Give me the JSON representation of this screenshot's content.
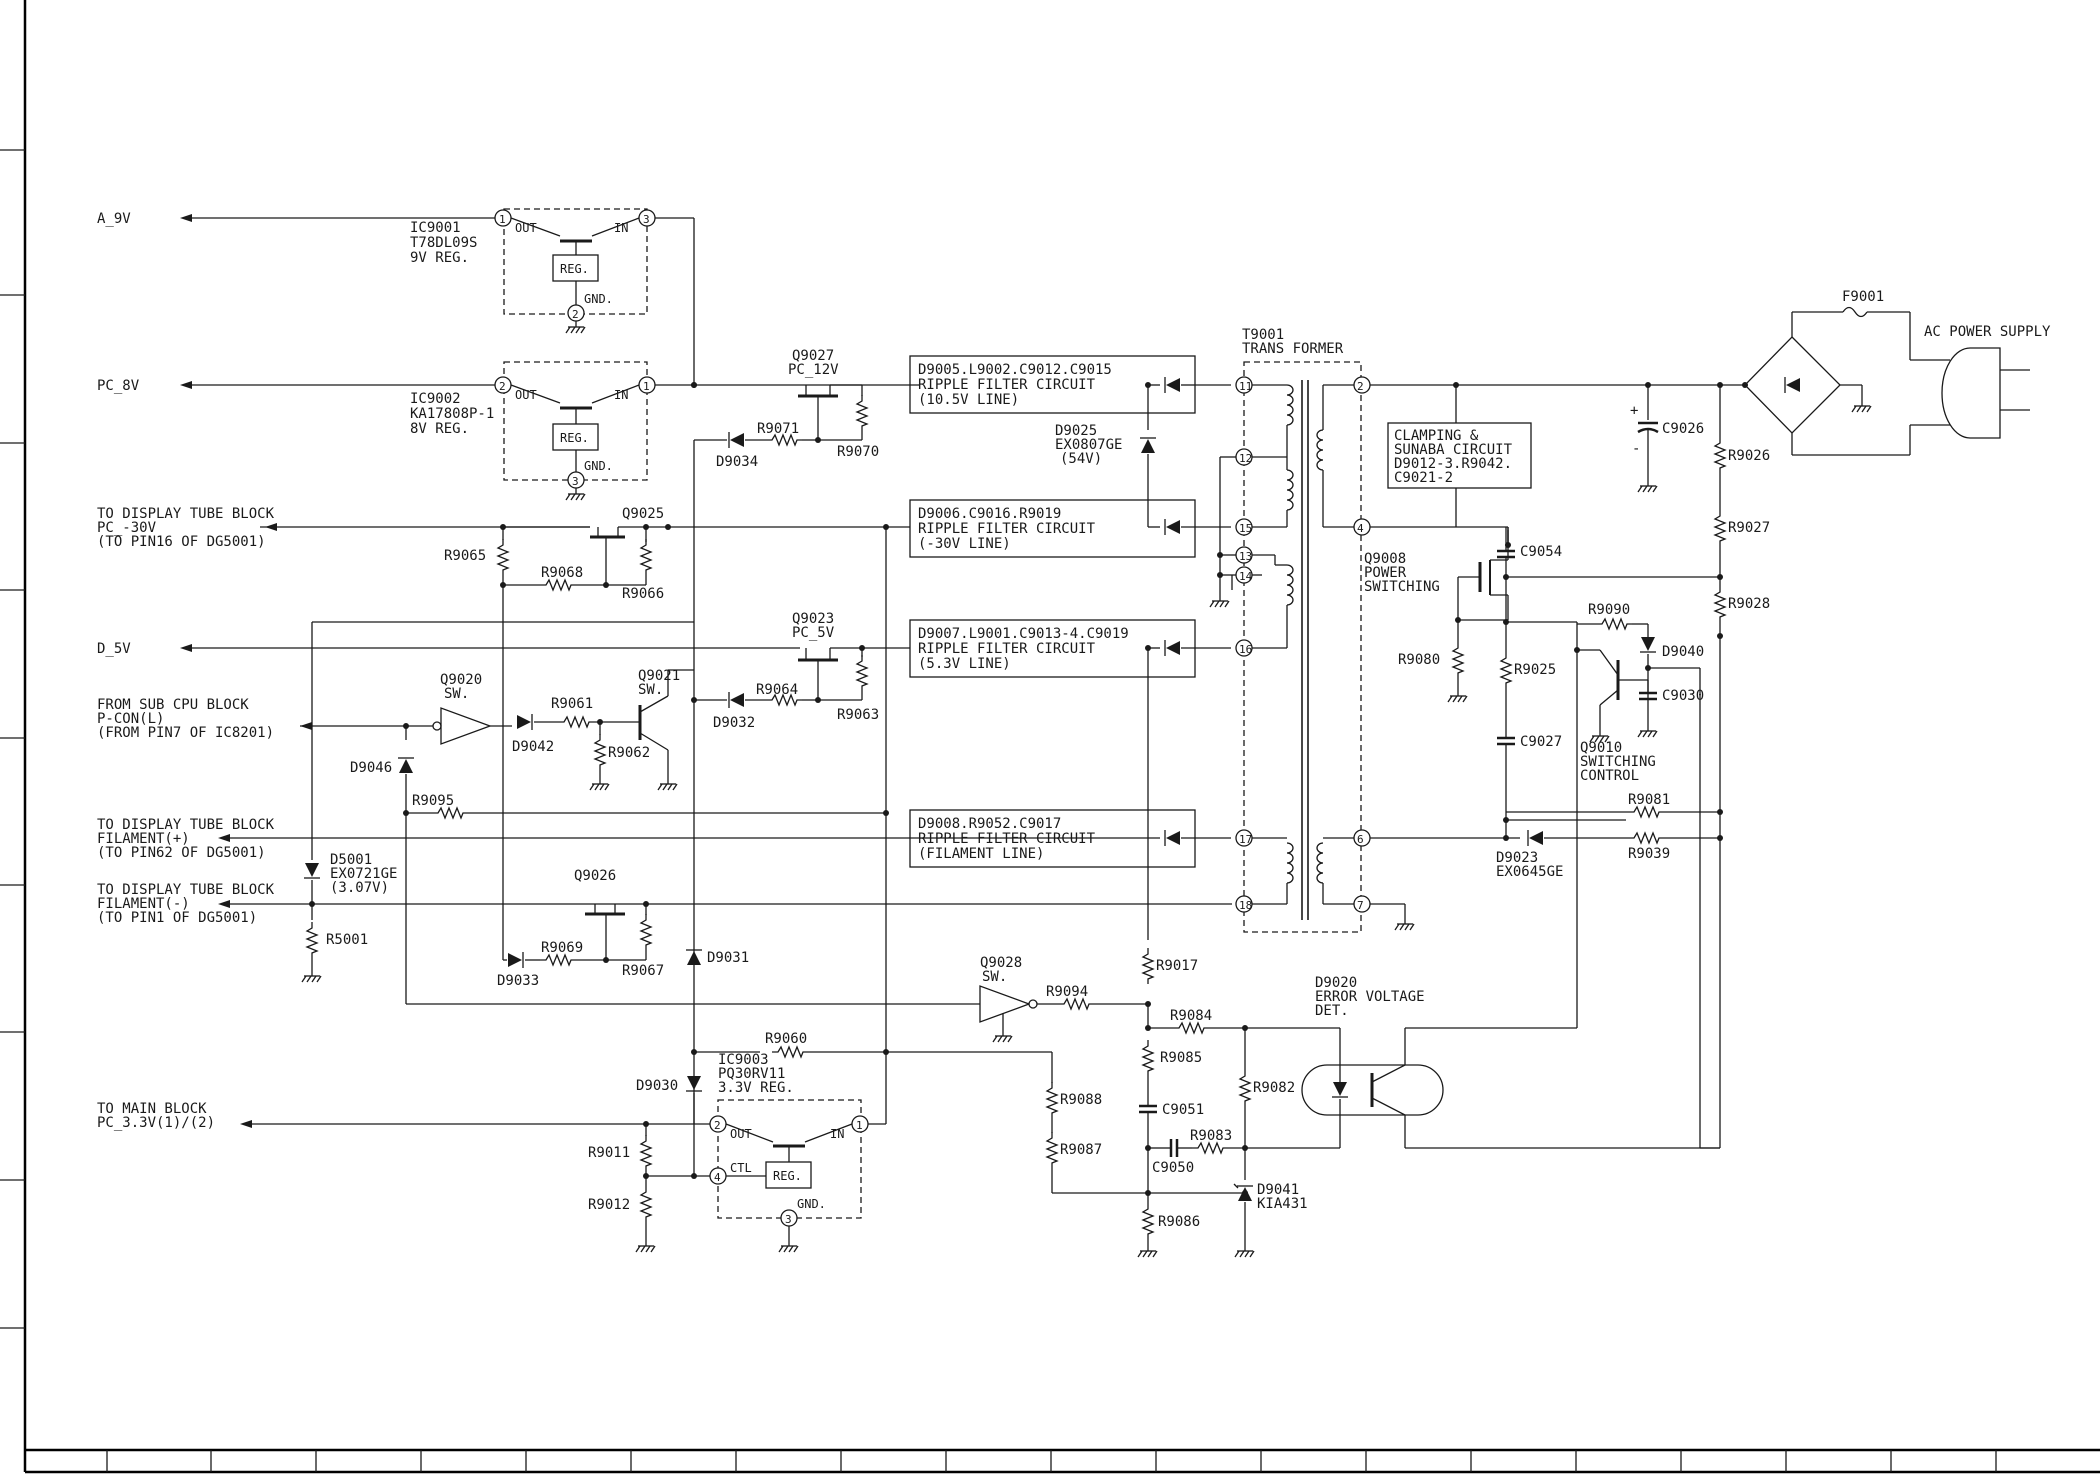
{
  "connectors": {
    "a9v": "A_9V",
    "pc8v": "PC_8V",
    "dt1": "TO DISPLAY TUBE BLOCK",
    "pc30": "PC_-30V",
    "pin16": "(TO PIN16 OF DG5001)",
    "d5v": "D_5V",
    "fromsub": "FROM SUB CPU BLOCK",
    "pcon": "P-CON(L)",
    "pin7": "(FROM PIN7 OF IC8201)",
    "dt2": "TO DISPLAY TUBE BLOCK",
    "filp": "FILAMENT(+)",
    "pin62": "(TO PIN62 OF DG5001)",
    "dt3": "TO DISPLAY TUBE BLOCK",
    "film": "FILAMENT(-)",
    "pin1": "(TO PIN1 OF DG5001)",
    "tomain": "TO MAIN BLOCK",
    "pc33": "PC_3.3V(1)/(2)",
    "acps": "AC POWER SUPPLY"
  },
  "regulators": {
    "ic9001": {
      "ref": "IC9001",
      "part": "T78DL09S",
      "desc": "9V REG.",
      "out": "OUT",
      "in": "IN",
      "reg": "REG.",
      "gnd": "GND.",
      "pin_out": "1",
      "pin_in": "3",
      "pin_gnd": "2"
    },
    "ic9002": {
      "ref": "IC9002",
      "part": "KA17808P-1",
      "desc": "8V REG.",
      "out": "OUT",
      "in": "IN",
      "reg": "REG.",
      "gnd": "GND.",
      "pin_out": "2",
      "pin_in": "1",
      "pin_gnd": "3"
    },
    "ic9003": {
      "ref": "IC9003",
      "part": "PQ30RV11",
      "desc": "3.3V REG.",
      "out": "OUT",
      "in": "IN",
      "ctl": "CTL",
      "reg": "REG.",
      "gnd": "GND.",
      "pin_out": "2",
      "pin_in": "1",
      "pin_ctl": "4",
      "pin_gnd": "3"
    }
  },
  "ripple_boxes": [
    {
      "line1": "D9005.L9002.C9012.C9015",
      "line2": "RIPPLE FILTER CIRCUIT",
      "line3": "(10.5V LINE)"
    },
    {
      "line1": "D9006.C9016.R9019",
      "line2": "RIPPLE FILTER CIRCUIT",
      "line3": "(-30V LINE)"
    },
    {
      "line1": "D9007.L9001.C9013-4.C9019",
      "line2": "RIPPLE FILTER CIRCUIT",
      "line3": "(5.3V LINE)"
    },
    {
      "line1": "D9008.R9052.C9017",
      "line2": "RIPPLE FILTER CIRCUIT",
      "line3": "(FILAMENT LINE)"
    }
  ],
  "clamp_box": {
    "line1": "CLAMPING &",
    "line2": "SUNABA CIRCUIT",
    "line3": "D9012-3.R9042.",
    "line4": "C9021-2"
  },
  "transformer": {
    "ref": "T9001",
    "desc": "TRANS FORMER",
    "pins": [
      "11",
      "12",
      "15",
      "13",
      "14",
      "16",
      "17",
      "18",
      "2",
      "4",
      "6",
      "7"
    ]
  },
  "transistors": {
    "q9027": {
      "ref": "Q9027",
      "desc": "PC_12V"
    },
    "q9025": {
      "ref": "Q9025"
    },
    "q9023": {
      "ref": "Q9023",
      "desc": "PC_5V"
    },
    "q9020": {
      "ref": "Q9020",
      "desc": "SW."
    },
    "q9021": {
      "ref": "Q9021",
      "desc": "SW."
    },
    "q9026": {
      "ref": "Q9026"
    },
    "q9028": {
      "ref": "Q9028",
      "desc": "SW."
    },
    "q9008": {
      "ref": "Q9008",
      "desc1": "POWER",
      "desc2": "SWITCHING"
    },
    "q9010": {
      "ref": "Q9010",
      "desc1": "SWITCHING",
      "desc2": "CONTROL"
    }
  },
  "resistors": {
    "r9071": "R9071",
    "r9070": "R9070",
    "r9065": "R9065",
    "r9068": "R9068",
    "r9066": "R9066",
    "r9064": "R9064",
    "r9063": "R9063",
    "r9061": "R9061",
    "r9062": "R9062",
    "r9095": "R9095",
    "r5001": "R5001",
    "r9069": "R9069",
    "r9067": "R9067",
    "r9060": "R9060",
    "r9011": "R9011",
    "r9012": "R9012",
    "r9094": "R9094",
    "r9017": "R9017",
    "r9084": "R9084",
    "r9085": "R9085",
    "r9088": "R9088",
    "r9087": "R9087",
    "r9083": "R9083",
    "r9082": "R9082",
    "r9086": "R9086",
    "r9026": "R9026",
    "r9027": "R9027",
    "r9028": "R9028",
    "r9090": "R9090",
    "r9080": "R9080",
    "r9025": "R9025",
    "r9081": "R9081",
    "r9039": "R9039"
  },
  "capacitors": {
    "c9026": "C9026",
    "c9054": "C9054",
    "c9030": "C9030",
    "c9027": "C9027",
    "c9051": "C9051",
    "c9050": "C9050"
  },
  "diodes": {
    "d9034": "D9034",
    "d9025": "D9025",
    "d9025_part": "EX0807GE",
    "d9025_v": "(54V)",
    "d9032": "D9032",
    "d9042": "D9042",
    "d9046": "D9046",
    "d5001": "D5001",
    "d5001_part": "EX0721GE",
    "d5001_v": "(3.07V)",
    "d9033": "D9033",
    "d9031": "D9031",
    "d9030": "D9030",
    "d9040": "D9040",
    "d9023": "D9023",
    "d9023_part": "EX0645GE",
    "d9041": "D9041",
    "d9041_part": "KIA431"
  },
  "optocoupler": {
    "ref": "D9020",
    "desc1": "ERROR VOLTAGE",
    "desc2": "DET."
  },
  "fuse": "F9001",
  "polarity": {
    "plus": "+",
    "minus": "-"
  }
}
